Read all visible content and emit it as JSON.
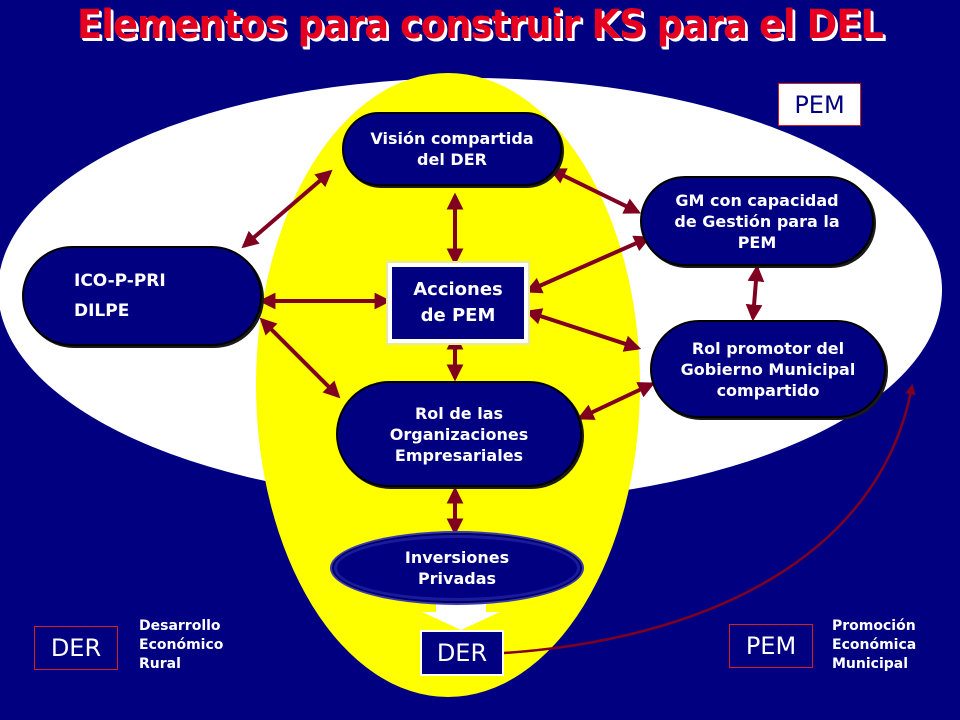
{
  "title": "Elementos para construir KS para el DEL",
  "colors": {
    "background": "#000080",
    "outer_ellipse": "#ffffff",
    "inner_ellipse": "#ffff00",
    "node_fill": "#000080",
    "arrow": "#800020",
    "title_red": "#e6001f"
  },
  "nodes": {
    "vision": [
      "Visión compartida",
      "del DER"
    ],
    "gm": [
      "GM con capacidad",
      "de Gestión para la",
      "PEM"
    ],
    "ico": [
      "ICO-P-PRI",
      "DILPE"
    ],
    "acciones": [
      "Acciones",
      "de PEM"
    ],
    "rol_promotor": [
      "Rol promotor del",
      "Gobierno Municipal",
      "compartido"
    ],
    "rol_org": [
      "Rol de las",
      "Organizaciones",
      "Empresariales"
    ],
    "inversiones": [
      "Inversiones",
      "Privadas"
    ]
  },
  "labels": {
    "pem_top": "PEM",
    "der_left": "DER",
    "der_center": "DER",
    "pem_bottom": "PEM"
  },
  "legend": {
    "der": [
      "Desarrollo",
      "Económico",
      "Rural"
    ],
    "pem": [
      "Promoción",
      "Económica",
      "Municipal"
    ]
  }
}
